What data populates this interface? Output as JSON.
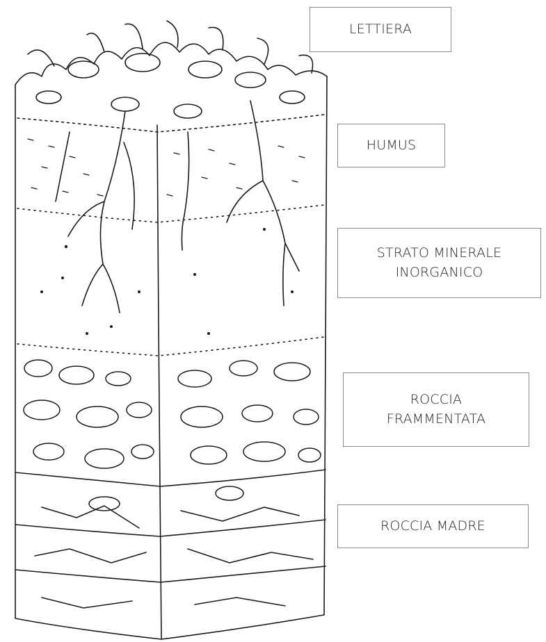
{
  "labels": {
    "lettiera": "LETTIERA",
    "humus": "HUMUS",
    "strato_line1": "STRATO MINERALE",
    "strato_line2": "INORGANICO",
    "frammentata_line1": "ROCCIA",
    "frammentata_line2": "FRAMMENTATA",
    "roccia_madre": "ROCCIA MADRE"
  },
  "colors": {
    "ink": "#1a1a1a",
    "box_border": "#8a8a8a",
    "background": "#ffffff"
  }
}
